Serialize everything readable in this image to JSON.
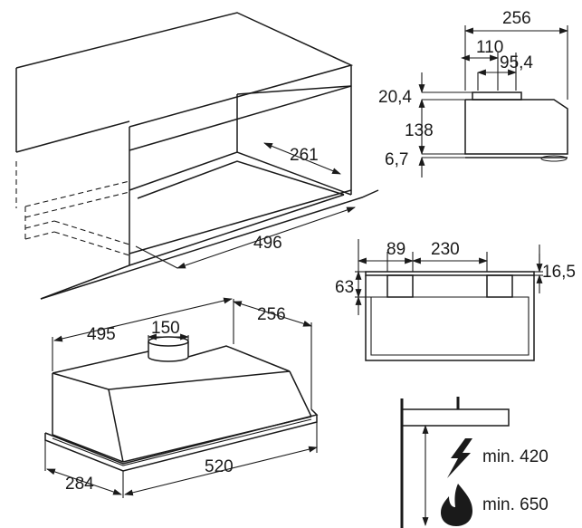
{
  "labels": {
    "cabinet_depth": "261",
    "cabinet_width": "496",
    "side_width": "256",
    "side_offset": "110",
    "side_vent": "95,4",
    "side_h1": "20,4",
    "side_h2": "138",
    "side_h3": "6,7",
    "front_w1": "89",
    "front_w2": "230",
    "front_h_left": "63",
    "front_h_right": "16,5",
    "hood_depth": "495",
    "hood_outlet": "150",
    "hood_side": "256",
    "hood_width": "520",
    "hood_front_depth": "284",
    "min_electric": "min. 420",
    "min_gas": "min. 650"
  },
  "icons": {
    "electric": "lightning-icon",
    "gas": "flame-icon"
  }
}
